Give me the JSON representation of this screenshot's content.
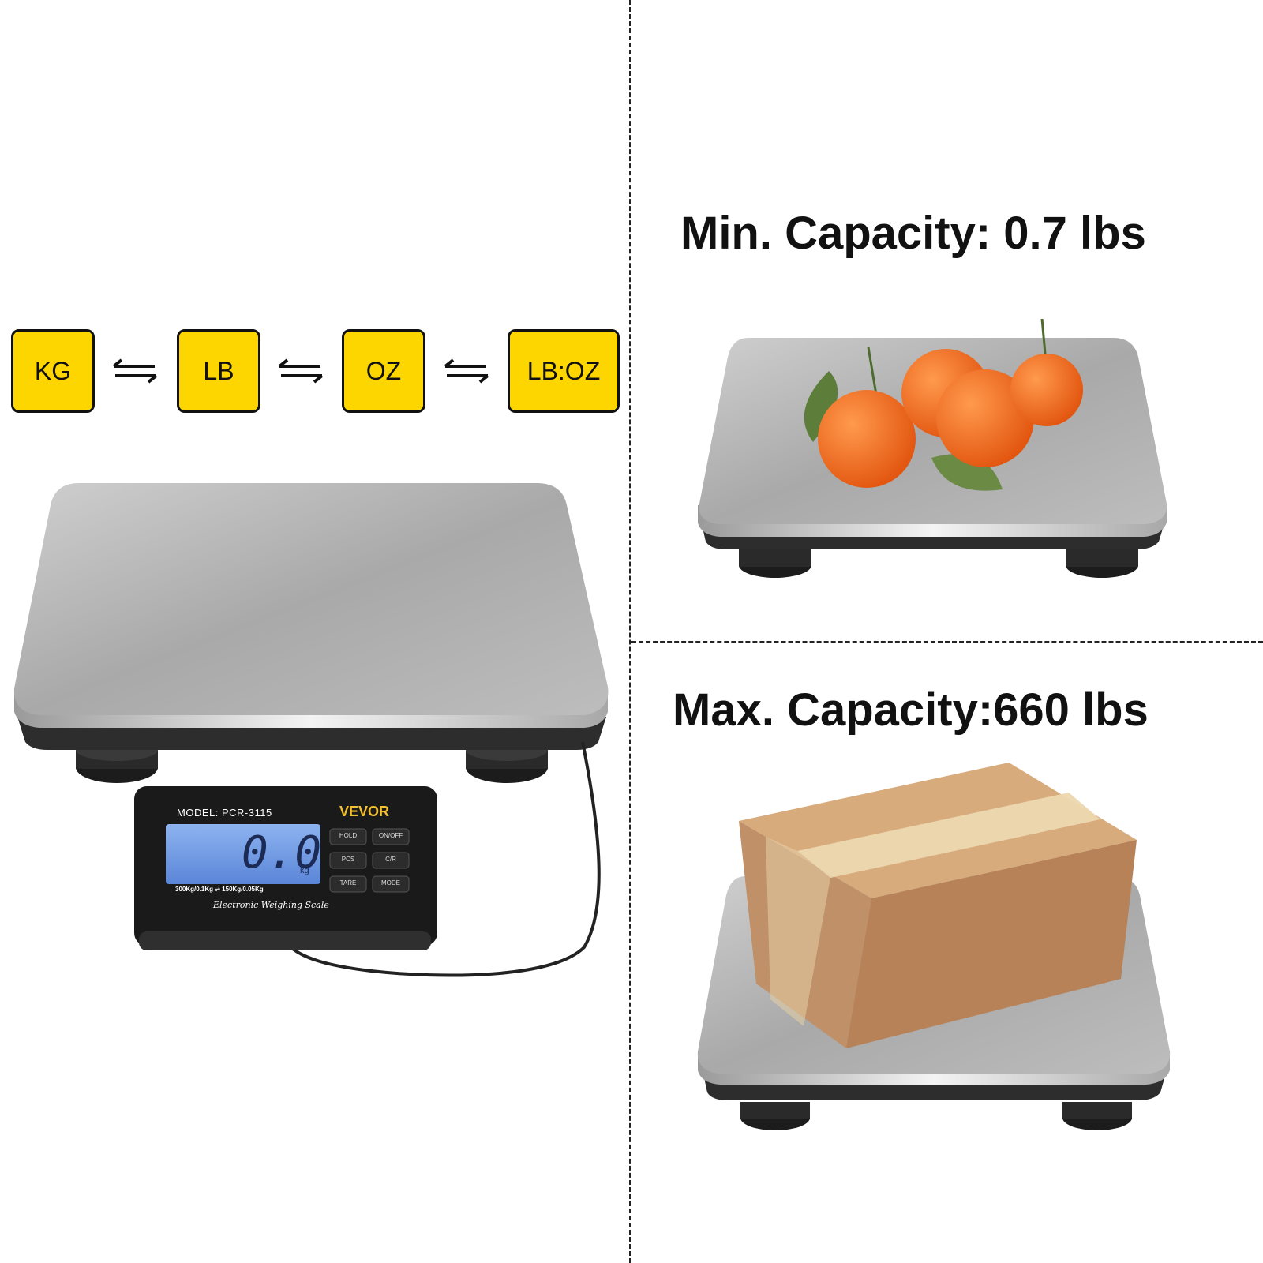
{
  "units": [
    "KG",
    "LB",
    "OZ",
    "LB:OZ"
  ],
  "min_capacity": "Min. Capacity: 0.7 lbs",
  "max_capacity": "Max. Capacity:660 lbs",
  "indicator": {
    "model": "MODEL: PCR-3115",
    "brand": "VEVOR",
    "display_value": "0.0",
    "display_unit": "kg",
    "buttons": [
      "HOLD",
      "ON/OFF",
      "PCS",
      "C/R",
      "TARE",
      "MODE"
    ],
    "range": "300Kg/0.1Kg ⇌ 150Kg/0.05Kg",
    "caption": "Electronic Weighing Scale"
  },
  "colors": {
    "unit_box": "#fdd600",
    "orange": "#f26a1b",
    "box": "#c79a6f",
    "lcd": "#6f9be6"
  }
}
